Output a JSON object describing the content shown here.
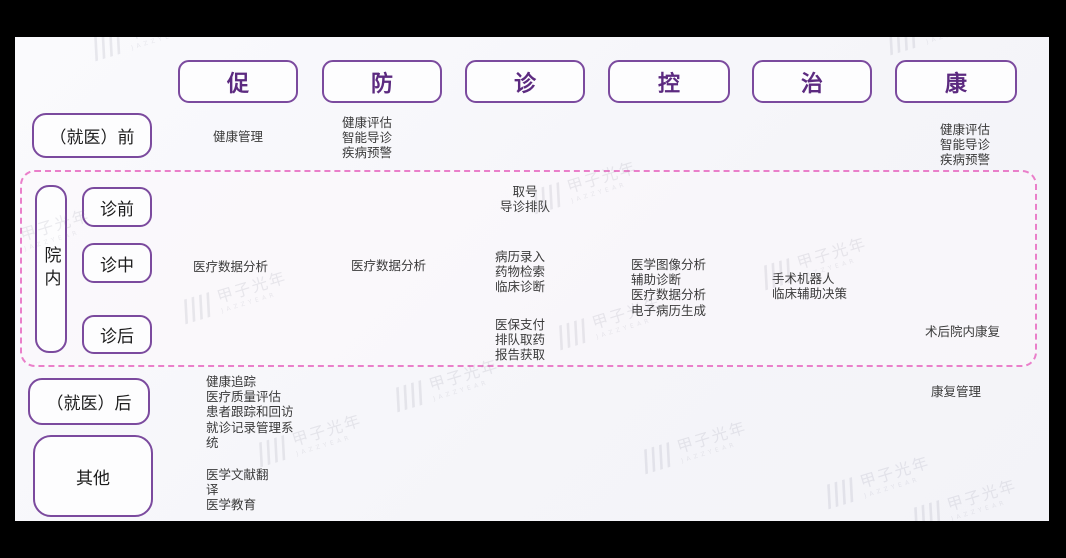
{
  "watermark": {
    "bars": "||||",
    "text": "甲子光年",
    "sub": "JAZZYEAR"
  },
  "columns": {
    "cu": "促",
    "fang": "防",
    "zhen": "诊",
    "kong": "控",
    "zhi": "治",
    "kang": "康"
  },
  "rows": {
    "pre": "（就医）前",
    "hospital": "院内",
    "pre_visit": "诊前",
    "mid_visit": "诊中",
    "post_visit": "诊后",
    "post": "（就医）后",
    "other": "其他"
  },
  "cells": {
    "pre_cu": "健康管理",
    "pre_fang": "健康评估\n智能导诊\n疾病预警",
    "pre_kang": "健康评估\n智能导诊\n疾病预警",
    "previsit_zhen": "取号\n导诊排队",
    "midvisit_cu": "医疗数据分析",
    "midvisit_fang": "医疗数据分析",
    "midvisit_zhen": "病历录入\n药物检索\n临床诊断",
    "midvisit_kong": "医学图像分析\n辅助诊断\n医疗数据分析\n电子病历生成",
    "midvisit_zhi": "手术机器人\n临床辅助决策",
    "postvisit_zhen": "医保支付\n排队取药\n报告获取",
    "postvisit_kang": "术后院内康复",
    "post_cu": "健康追踪\n医疗质量评估\n患者跟踪和回访\n就诊记录管理系统",
    "post_kang": "康复管理",
    "other_cu": "医学文献翻译\n医学教育"
  },
  "colors": {
    "purple_border": "#7b4a9e",
    "purple_text": "#5c2a80",
    "pink_dashed": "#ea7fca",
    "body_text": "#3a3a3a",
    "frame": "#000000"
  }
}
